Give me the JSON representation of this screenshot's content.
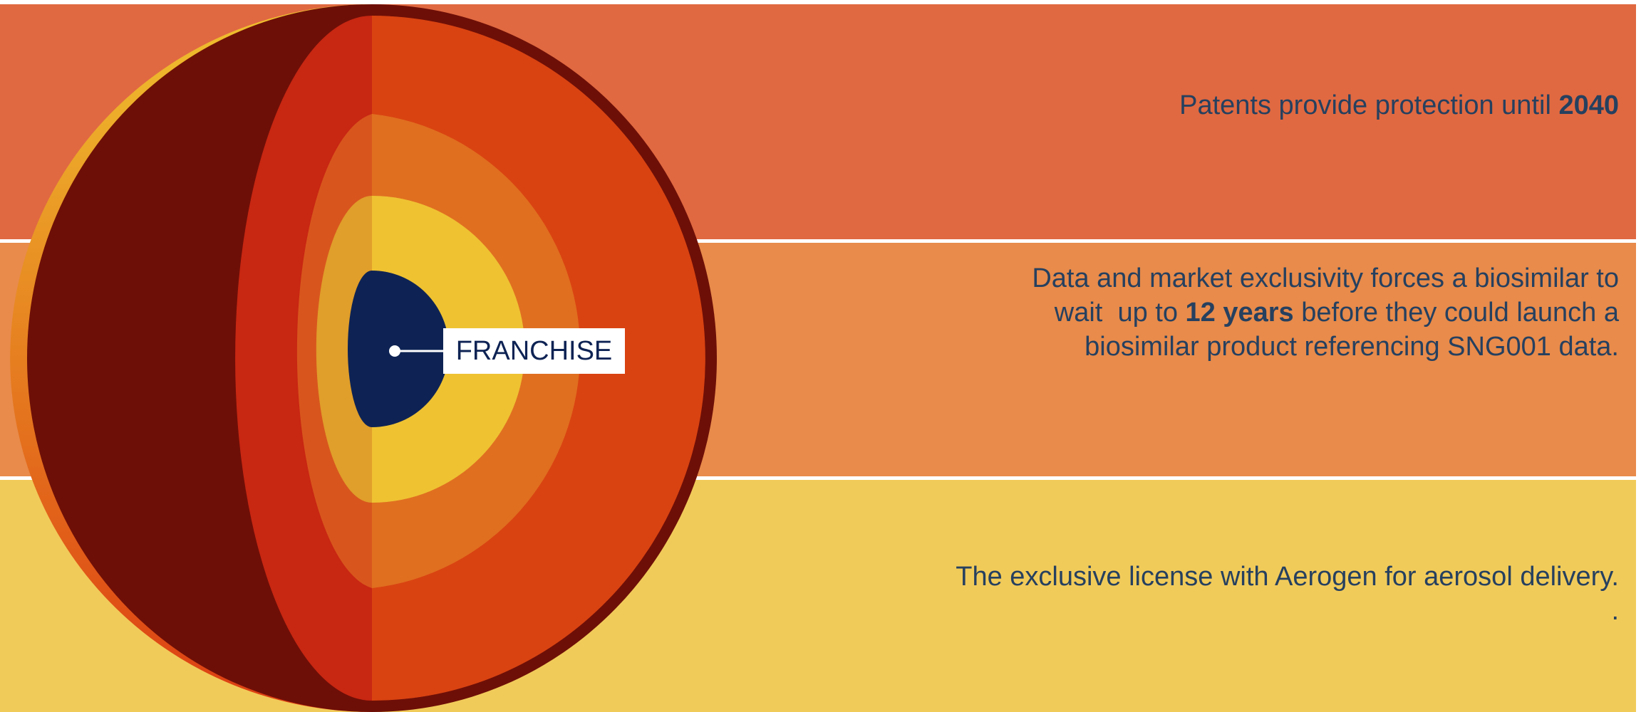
{
  "core_label": "FRANCHISE",
  "bands": [
    {
      "id": "patents",
      "text_before": "Patents provide protection until ",
      "bold": "2040",
      "text_after": "",
      "color": "#e06941"
    },
    {
      "id": "exclusivity",
      "line1": "Data and market exclusivity forces a biosimilar to",
      "line2_before": "wait  up to ",
      "line2_bold": "12 years",
      "line2_after": " before they could launch a",
      "line3": "biosimilar product referencing SNG001 data.",
      "color": "#e88b4b"
    },
    {
      "id": "license",
      "line1": "The exclusive license with Aerogen for aerosol delivery.",
      "line2": ".",
      "color": "#f1cb5a"
    }
  ],
  "colors": {
    "text": "#26405f",
    "crust_dark": "#6e0f07",
    "core": "#0e2354",
    "outer_top": "#f0c12e",
    "outer_bottom": "#dc3d12"
  }
}
